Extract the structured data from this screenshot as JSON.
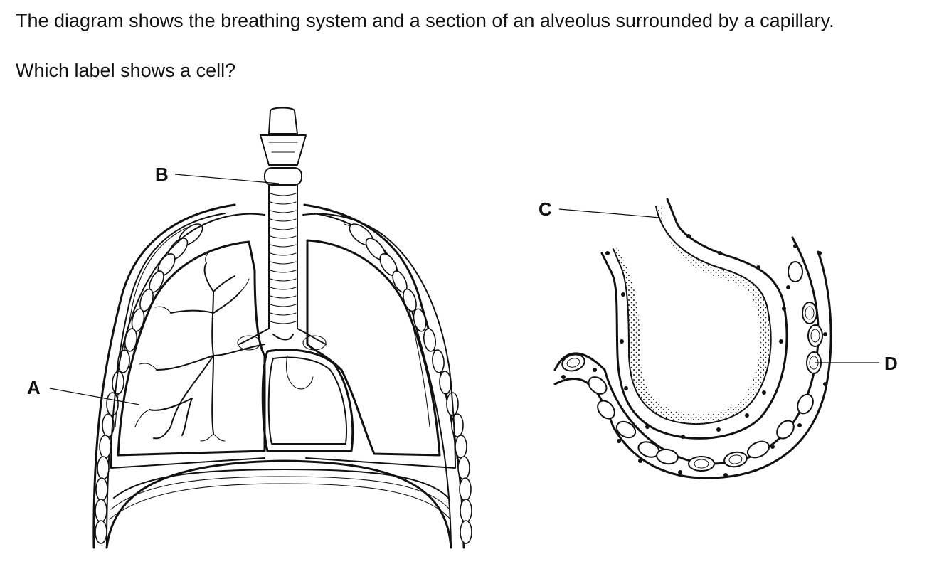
{
  "question": {
    "line1": "The diagram shows the breathing system and a section of an alveolus surrounded by a capillary.",
    "line2": "Which label shows a cell?"
  },
  "labels": {
    "a": "A",
    "b": "B",
    "c": "C",
    "d": "D"
  }
}
